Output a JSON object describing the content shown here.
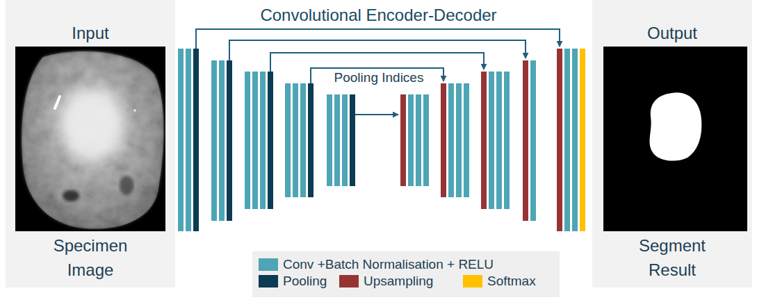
{
  "diagram": {
    "title": "Convolutional Encoder-Decoder",
    "nodes": [
      {
        "text": [
          "Input",
          "Specimen Image"
        ]
      },
      {
        "text": [
          "Output",
          "Segment Result"
        ]
      }
    ],
    "labels": [
      "Pooling Indices"
    ],
    "legend": [
      {
        "text": "Conv +Batch Normalisation + RELU",
        "color": "#4ea5b5"
      },
      {
        "text": "Pooling",
        "color": "#0c3b54"
      },
      {
        "text": "Upsampling",
        "color": "#963434"
      },
      {
        "text": "Softmax",
        "color": "#ffc000"
      }
    ]
  }
}
